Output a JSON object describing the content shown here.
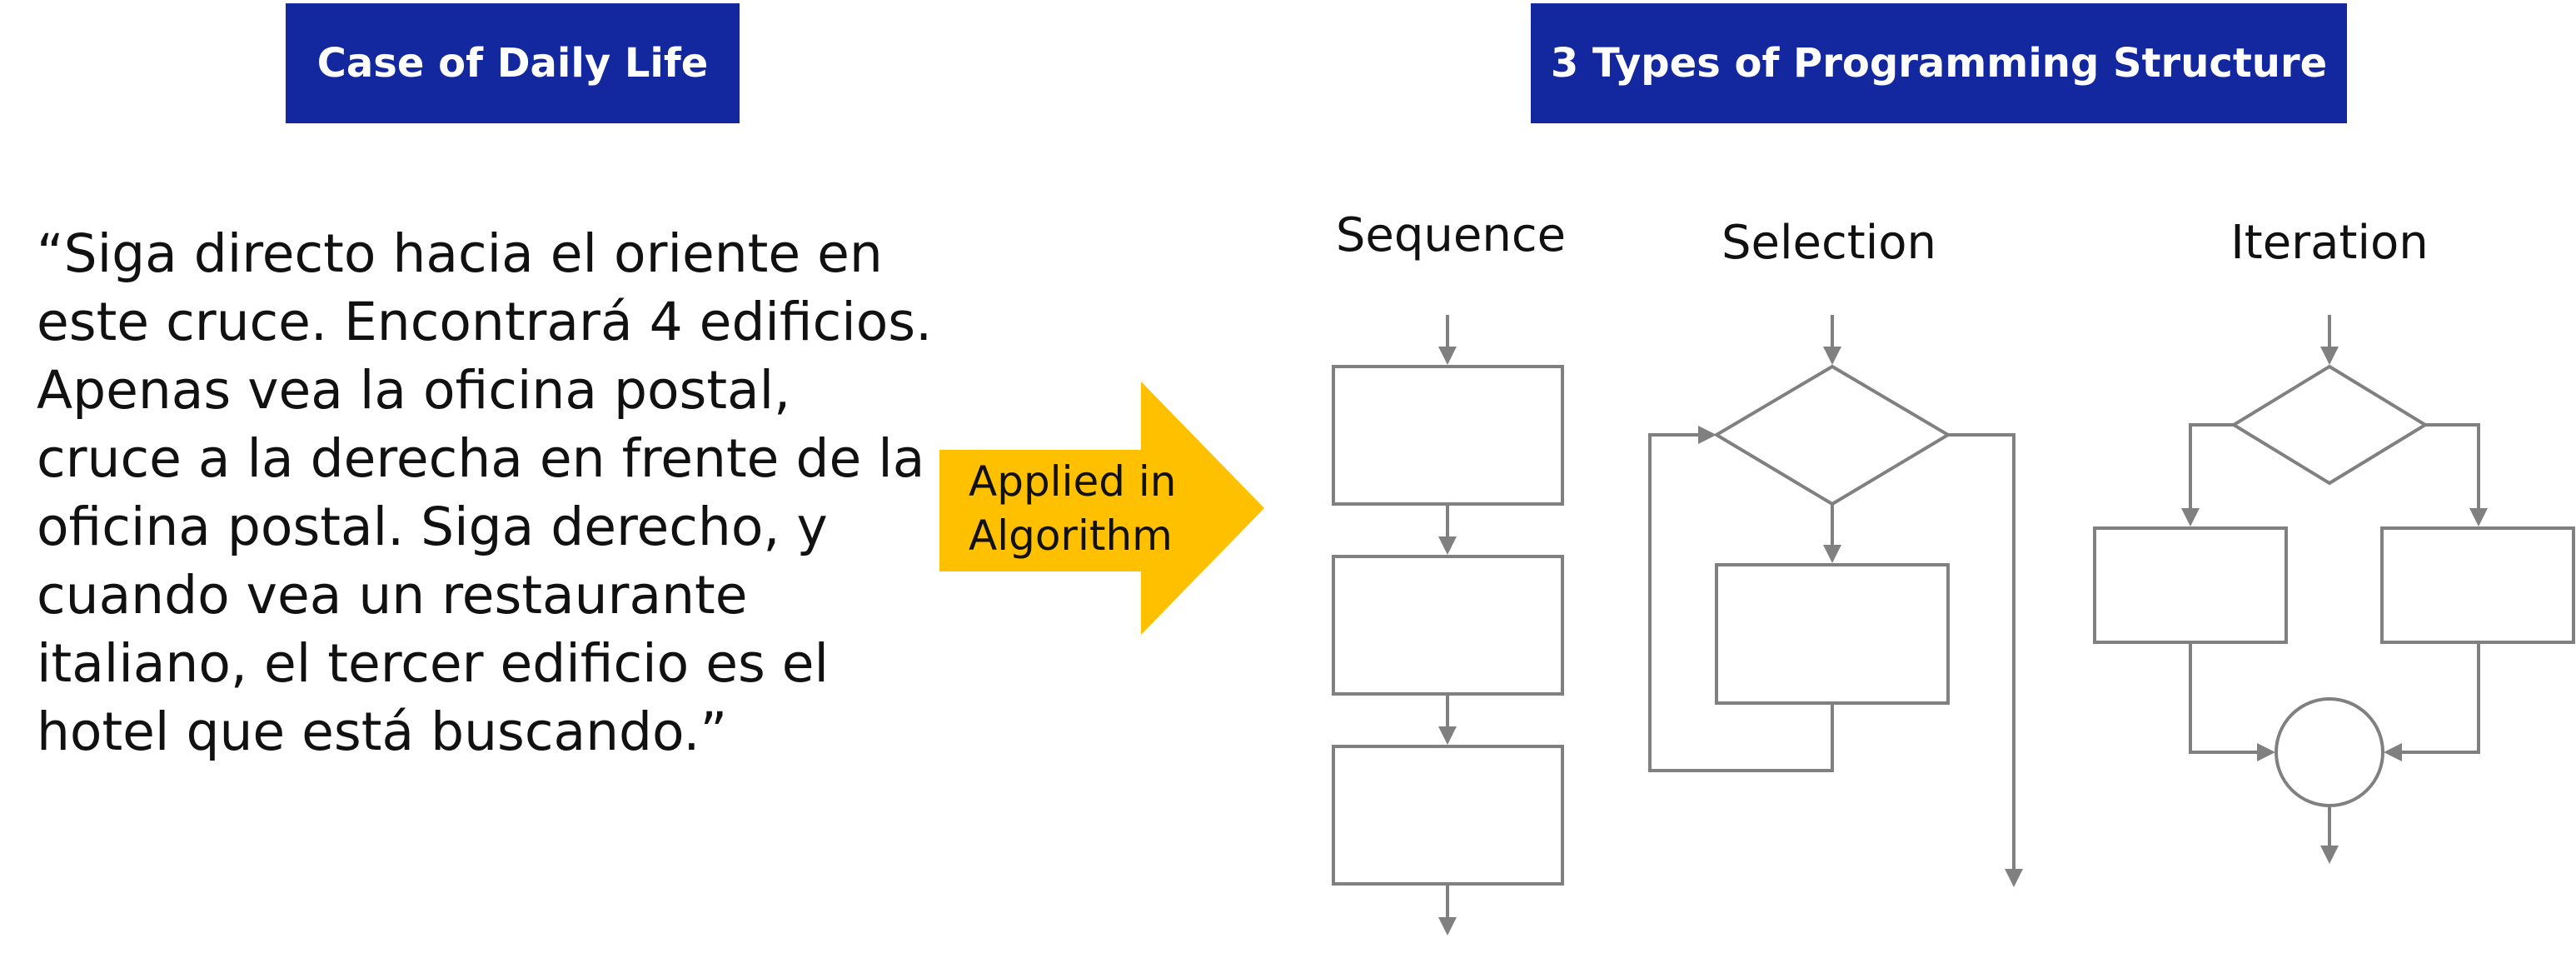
{
  "left_panel": {
    "header": "Case of Daily Life",
    "quote": "“Siga directo hacia el oriente en este cruce. Encontrará 4 edificios. Apenas vea la oficina postal, cruce a la derecha en frente de la oficina postal. Siga derecho, y cuando vea un restaurante italiano, el tercer edificio es el hotel que está buscando.”"
  },
  "center_arrow": {
    "line1": "Applied in",
    "line2": "Algorithm",
    "color": "#ffc000"
  },
  "right_panel": {
    "header": "3 Types of Programming Structure",
    "structures": {
      "sequence": "Sequence",
      "selection": "Selection",
      "iteration": "Iteration"
    }
  },
  "colors": {
    "header_bg": "#13289e",
    "header_text": "#ffffff",
    "diagram_stroke": "#808080"
  }
}
